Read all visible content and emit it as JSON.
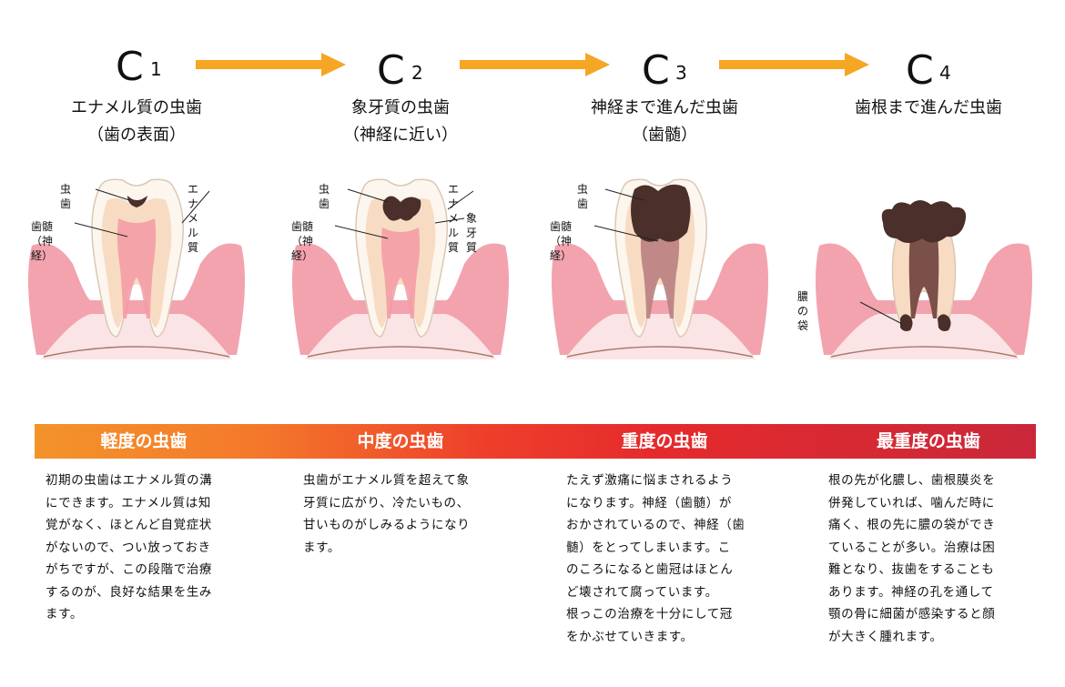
{
  "stages": [
    {
      "letter": "C",
      "sub": "1",
      "title_1": "エナメル質の虫歯",
      "title_2": "（歯の表面）",
      "band": "軽度の虫歯",
      "desc": [
        "初期の虫歯はエナメル質の溝",
        "にできます。エナメル質は知",
        "覚がなく、ほとんど自覚症状",
        "がないので、つい放っておき",
        "がちですが、この段階で治療",
        "するのが、良好な結果を生み",
        "ます。"
      ],
      "labels": {
        "decay": "虫歯",
        "enamel": "エナメル質",
        "pulp_1": "歯髄",
        "pulp_2": "（神経）"
      }
    },
    {
      "letter": "C",
      "sub": "2",
      "title_1": "象牙質の虫歯",
      "title_2": "（神経に近い）",
      "band": "中度の虫歯",
      "desc": [
        "虫歯がエナメル質を超えて象",
        "牙質に広がり、冷たいもの、",
        "甘いものがしみるようになり",
        "ます。"
      ],
      "labels": {
        "decay": "虫歯",
        "enamel": "エナメル質",
        "dentin": "象牙質",
        "pulp_1": "歯髄",
        "pulp_2": "（神経）"
      }
    },
    {
      "letter": "C",
      "sub": "3",
      "title_1": "神経まで進んだ虫歯",
      "title_2": "（歯髄）",
      "band": "重度の虫歯",
      "desc": [
        "たえず激痛に悩まされるよう",
        "になります。神経（歯髄）が",
        "おかされているので、神経（歯",
        "髄）をとってしまいます。こ",
        "のころになると歯冠はほとん",
        "ど壊されて腐っています。",
        "根っこの治療を十分にして冠",
        "をかぶせていきます。"
      ],
      "labels": {
        "decay": "虫歯",
        "pulp_1": "歯髄",
        "pulp_2": "（神経）"
      }
    },
    {
      "letter": "C",
      "sub": "4",
      "title_1": "歯根まで進んだ虫歯",
      "title_2": "",
      "band": "最重度の虫歯",
      "desc": [
        "根の先が化膿し、歯根膜炎を",
        "併発していれば、噛んだ時に",
        "痛く、根の先に膿の袋ができ",
        "ていることが多い。治療は困",
        "難となり、抜歯をすることも",
        "あります。神経の孔を通して",
        "顎の骨に細菌が感染すると顔",
        "が大きく腫れます。"
      ],
      "labels": {
        "pus": "膿の袋"
      }
    }
  ],
  "colors": {
    "arrow": "#f5a623",
    "gum": "#f2a3ae",
    "bone": "#fbe4e6",
    "pulp": "#f39aa5",
    "dentin": "#f7dcc3",
    "enamel": "#fdf6ef",
    "decay": "#4a2f2a"
  }
}
